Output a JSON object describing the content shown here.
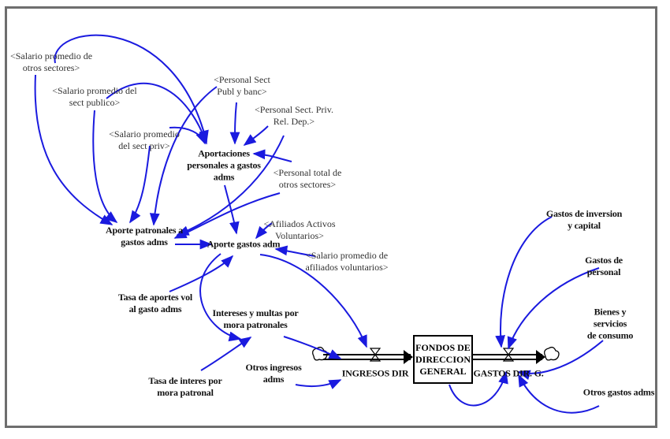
{
  "nodes": {
    "salario_otros": "<Salario promedio de\notros sectores>",
    "salario_publico": "<Salario promedio del\nsect publico>",
    "salario_priv": "<Salario promedio\ndel sect priv>",
    "personal_publ": "<Personal Sect\nPubl y banc>",
    "personal_priv": "<Personal Sect. Priv.\nRel. Dep.>",
    "personal_otros": "<Personal total de\notros sectores>",
    "aportaciones": "Aportaciones\npersonales a gastos\nadms",
    "aporte_patronales": "Aporte patronales a\ngastos adms",
    "aporte_gastos": "Aporte gastos adm",
    "afiliados": "<Afiliados Activos\nVoluntarios>",
    "salario_afiliados": "<Salario promedio de\nafiliados voluntarios>",
    "tasa_aportes": "Tasa de aportes vol\nal gasto adms",
    "intereses": "Intereses y multas por\nmora patronales",
    "tasa_interes": "Tasa de interes por\nmora patronal",
    "otros_ingresos": "Otros ingresos\nadms",
    "ingresos_dir": "INGRESOS DIR",
    "fondos": "FONDOS DE\nDIRECCION\nGENERAL",
    "gastos_dir": "GASTOS DIR. G.",
    "gastos_inversion": "Gastos de inversion\ny capital",
    "gastos_personal": "Gastos de\npersonal",
    "bienes_servicios": "Bienes y servicios\nde consumo",
    "otros_gastos": "Otros gastos adms"
  },
  "colors": {
    "link": "#1a1adf",
    "flow": "#000000",
    "frame": "#6e6e6e"
  }
}
